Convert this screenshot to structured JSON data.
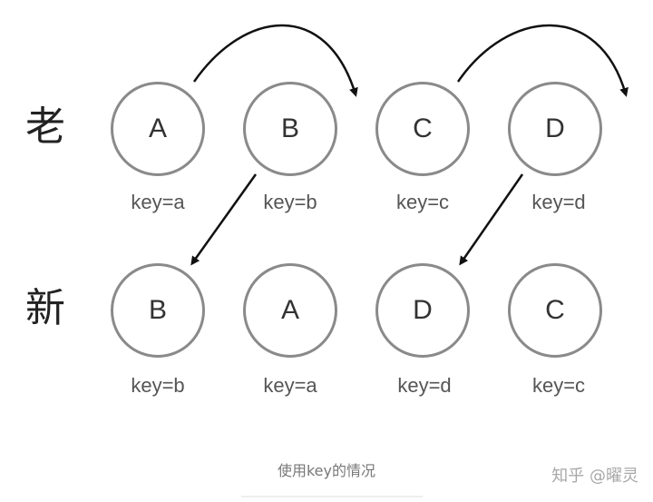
{
  "diagram": {
    "rows": [
      {
        "label": "老",
        "nodes": [
          {
            "letter": "A",
            "key": "key=a"
          },
          {
            "letter": "B",
            "key": "key=b"
          },
          {
            "letter": "C",
            "key": "key=c"
          },
          {
            "letter": "D",
            "key": "key=d"
          }
        ]
      },
      {
        "label": "新",
        "nodes": [
          {
            "letter": "B",
            "key": "key=b"
          },
          {
            "letter": "A",
            "key": "key=a"
          },
          {
            "letter": "D",
            "key": "key=d"
          },
          {
            "letter": "C",
            "key": "key=c"
          }
        ]
      }
    ],
    "arrows": [
      {
        "from": "old A",
        "to": "position of old C (curved, above)"
      },
      {
        "from": "old C",
        "to": "right of old D (curved, above)"
      },
      {
        "from": "old B",
        "to": "new B"
      },
      {
        "from": "old D",
        "to": "new D"
      }
    ],
    "colors": {
      "circle_stroke": "#8a8a8a",
      "arrow": "#111111",
      "text": "#333333"
    }
  },
  "caption": "使用key的情况",
  "watermark": "知乎 @曜灵"
}
